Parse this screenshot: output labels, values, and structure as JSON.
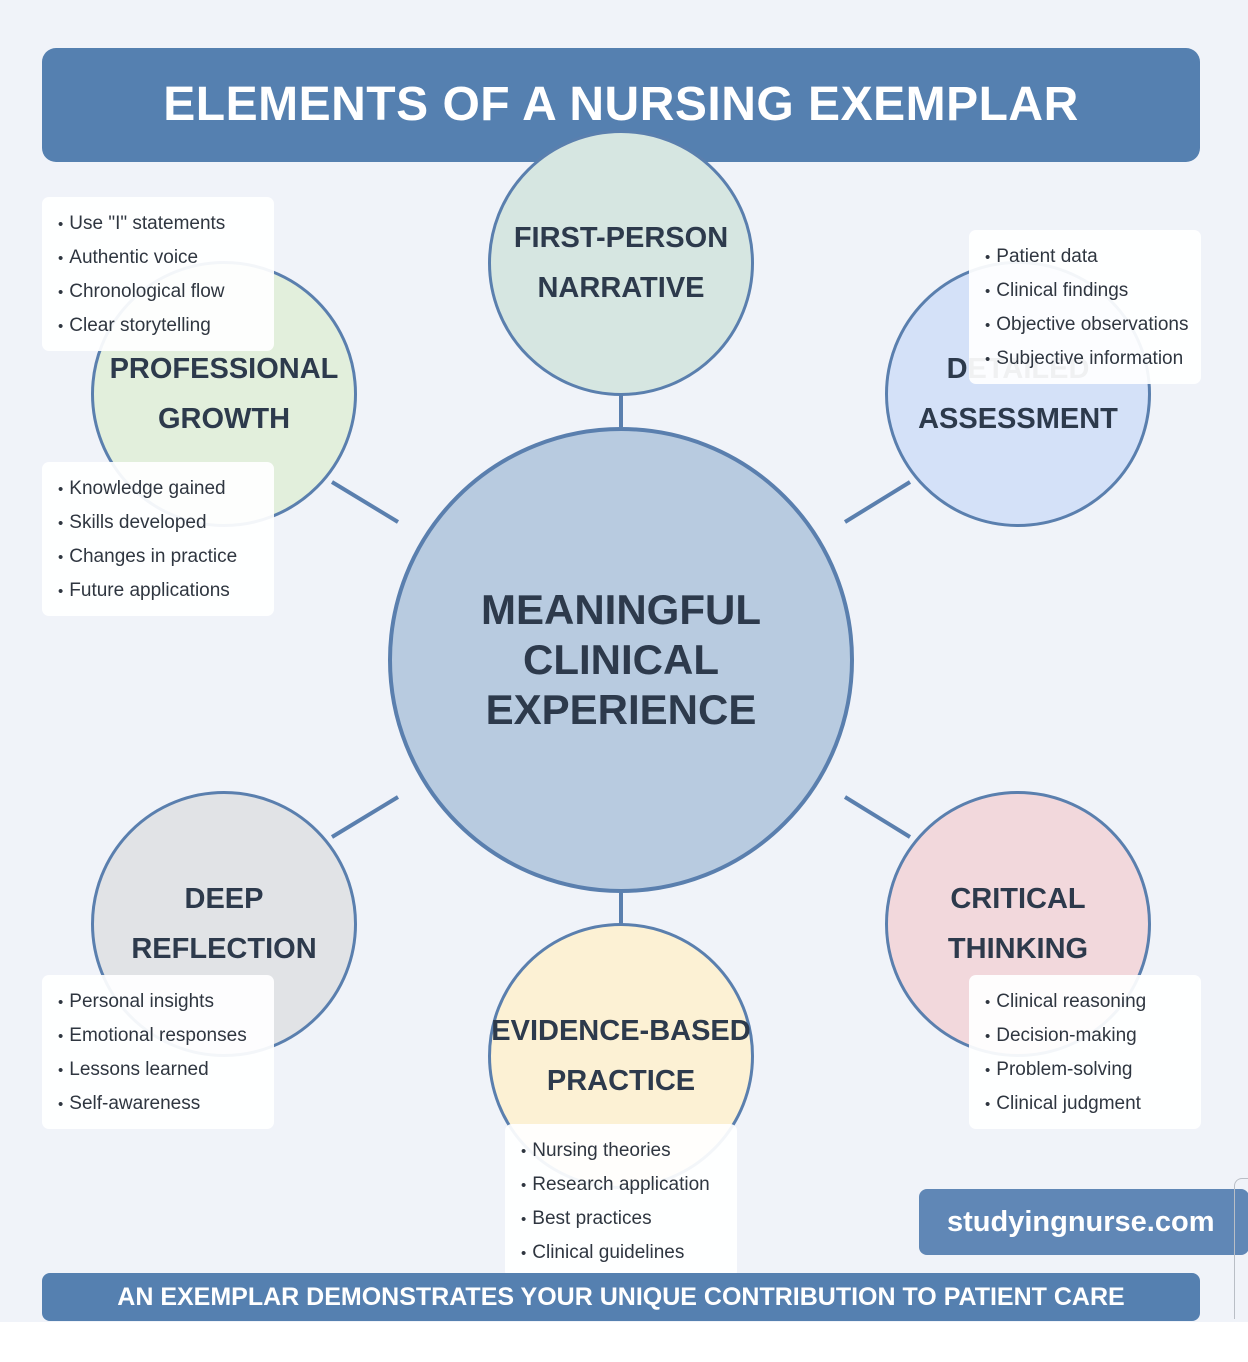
{
  "title": "ELEMENTS OF A NURSING EXEMPLAR",
  "center": {
    "lines": [
      "MEANINGFUL",
      "CLINICAL",
      "EXPERIENCE"
    ]
  },
  "nodes": [
    {
      "id": "first-person-narrative",
      "lines": [
        "FIRST-PERSON",
        "NARRATIVE"
      ],
      "color": "#d6e6e1",
      "points": [
        "Use \"I\" statements",
        "Authentic voice",
        "Chronological flow",
        "Clear storytelling"
      ]
    },
    {
      "id": "detailed-assessment",
      "lines": [
        "DETAILED",
        "ASSESSMENT"
      ],
      "color": "#d4e1f8",
      "points": [
        "Patient data",
        "Clinical findings",
        "Objective observations",
        "Subjective information"
      ]
    },
    {
      "id": "critical-thinking",
      "lines": [
        "CRITICAL",
        "THINKING"
      ],
      "color": "#f2d8dc",
      "points": [
        "Clinical reasoning",
        "Decision-making",
        "Problem-solving",
        "Clinical judgment"
      ]
    },
    {
      "id": "evidence-based-practice",
      "lines": [
        "EVIDENCE-BASED",
        "PRACTICE"
      ],
      "color": "#fcf1d4",
      "points": [
        "Nursing theories",
        "Research application",
        "Best practices",
        "Clinical guidelines"
      ]
    },
    {
      "id": "deep-reflection",
      "lines": [
        "DEEP",
        "REFLECTION"
      ],
      "color": "#e1e3e6",
      "points": [
        "Personal insights",
        "Emotional responses",
        "Lessons learned",
        "Self-awareness"
      ]
    },
    {
      "id": "professional-growth",
      "lines": [
        "PROFESSIONAL",
        "GROWTH"
      ],
      "color": "#e2efdc",
      "points": [
        "Knowledge gained",
        "Skills developed",
        "Changes in practice",
        "Future applications"
      ]
    }
  ],
  "website": "studyingnurse.com",
  "footer": "AN EXEMPLAR DEMONSTRATES YOUR UNIQUE CONTRIBUTION TO PATIENT CARE",
  "colors": {
    "banner": "#5580b0",
    "line": "#5a7fae",
    "center_fill": "#b8cbe0",
    "text": "#2d3a4c"
  }
}
